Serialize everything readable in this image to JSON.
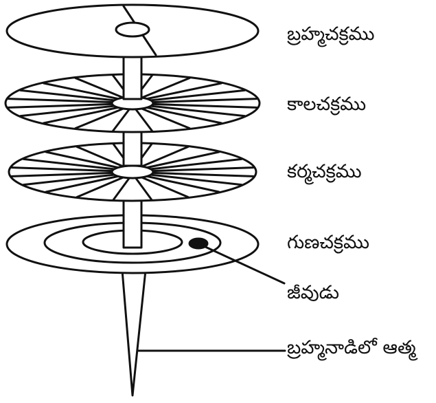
{
  "colors": {
    "ink": "#111111",
    "background": "#ffffff"
  },
  "labels": {
    "brahma_chakra": "బ్రహ్మచక్రము",
    "kala_chakra": "కాలచక్రము",
    "karma_chakra": "కర్మచక్రము",
    "guna_chakra": "గుణచక్రము",
    "jiva": "జీవుడు",
    "atma": "బ్రహ్మనాడిలో ఆత్మ"
  }
}
